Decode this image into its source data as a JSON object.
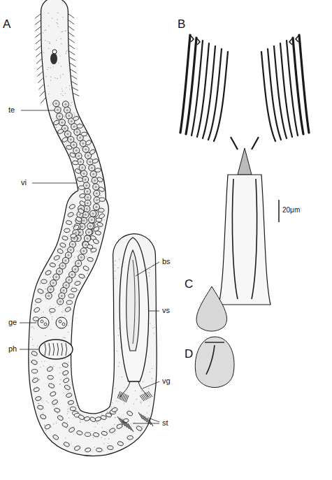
{
  "diagram": {
    "labels": [
      "A",
      "te",
      "vi",
      "ge",
      "ph",
      "bs",
      "vs",
      "vg",
      "st",
      "B",
      "20μm",
      "C",
      "D"
    ]
  }
}
